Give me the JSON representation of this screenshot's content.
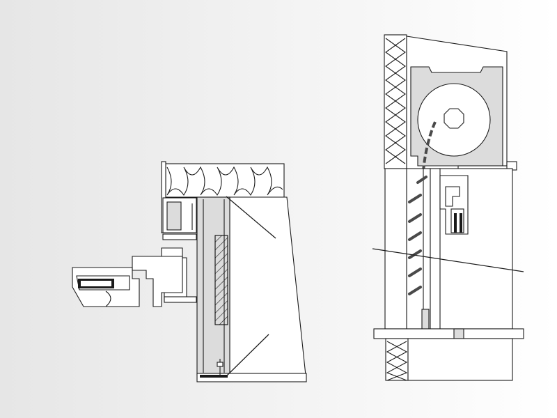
{
  "drawing": {
    "left_detail": "window-head-and-sill-section",
    "right_detail": "roller-shutter-box-section",
    "icons": [
      "insulation-hatch",
      "shutter-roller-octagon",
      "shutter-slat",
      "wood-grain-hatch"
    ]
  },
  "colors": {
    "background_left": "#e9e9e9",
    "background_right": "#ffffff",
    "line": "#1a1a1a",
    "fill_light": "#ffffff",
    "fill_grey": "#dcdcdc",
    "slat": "#4a4a4a"
  }
}
